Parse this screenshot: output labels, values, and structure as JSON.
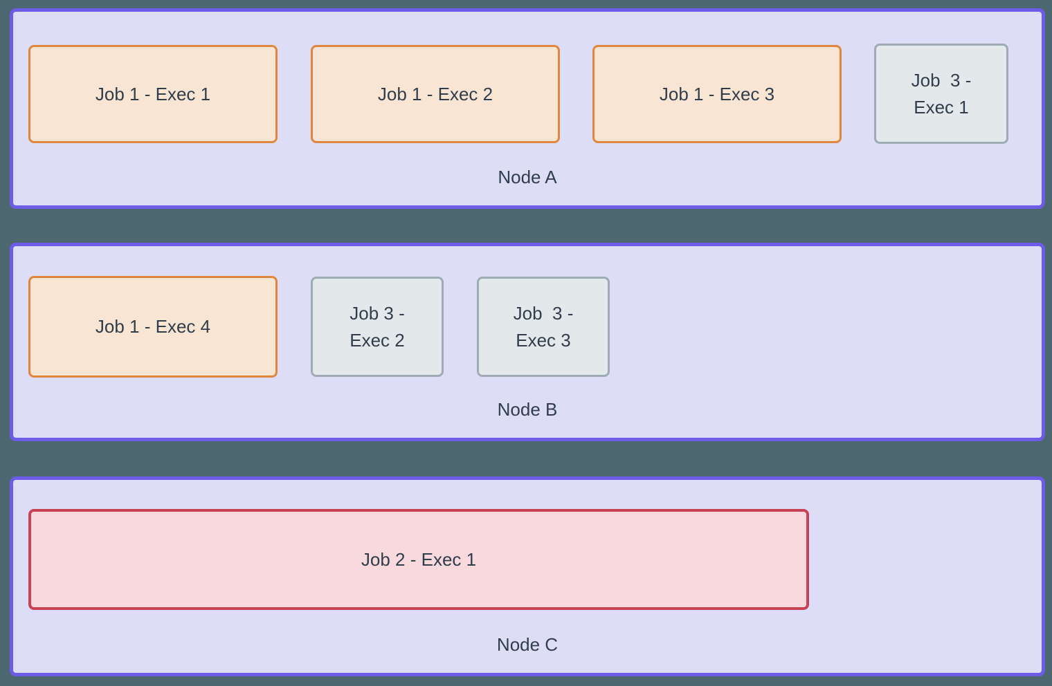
{
  "diagram": {
    "nodes": [
      {
        "label": "Node A",
        "executors": [
          {
            "label": "Job 1 - Exec 1",
            "color": "orange"
          },
          {
            "label": "Job 1 - Exec 2",
            "color": "orange"
          },
          {
            "label": "Job 1 - Exec 3",
            "color": "orange"
          },
          {
            "label": "Job  3 -\nExec 1",
            "color": "gray"
          }
        ]
      },
      {
        "label": "Node B",
        "executors": [
          {
            "label": "Job 1 - Exec 4",
            "color": "orange"
          },
          {
            "label": "Job 3 -\nExec 2",
            "color": "gray"
          },
          {
            "label": "Job  3 -\nExec 3",
            "color": "gray"
          }
        ]
      },
      {
        "label": "Node C",
        "executors": [
          {
            "label": "Job 2 - Exec 1",
            "color": "red"
          }
        ]
      }
    ],
    "colors": {
      "background": "#4D6771",
      "node_fill": "#DEDDF8",
      "node_border": "#6C5CE7",
      "orange_fill": "#F9E5D3",
      "orange_border": "#E0873D",
      "gray_fill": "#E3E8EB",
      "gray_border": "#9FABB4",
      "red_fill": "#F8D9DD",
      "red_border": "#C94155",
      "text": "#2F3E4A"
    }
  }
}
